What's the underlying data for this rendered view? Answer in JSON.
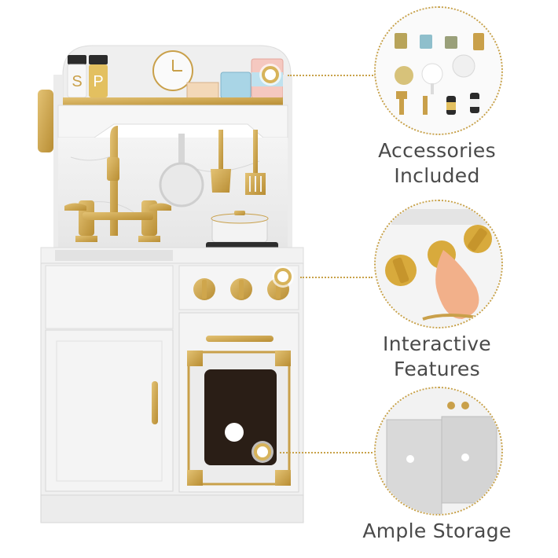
{
  "kitchen": {
    "salt_letter": "S",
    "pepper_letter": "P"
  },
  "features": [
    {
      "line1": "Accessories",
      "line2": "Included"
    },
    {
      "line1": "Interactive",
      "line2": "Features"
    },
    {
      "line1": "Ample Storage",
      "line2": ""
    }
  ],
  "colors": {
    "gold": "#c9a04a",
    "white_body": "#f2f2f2",
    "oven_window": "#2a1e16",
    "text": "#4a4a4a"
  }
}
